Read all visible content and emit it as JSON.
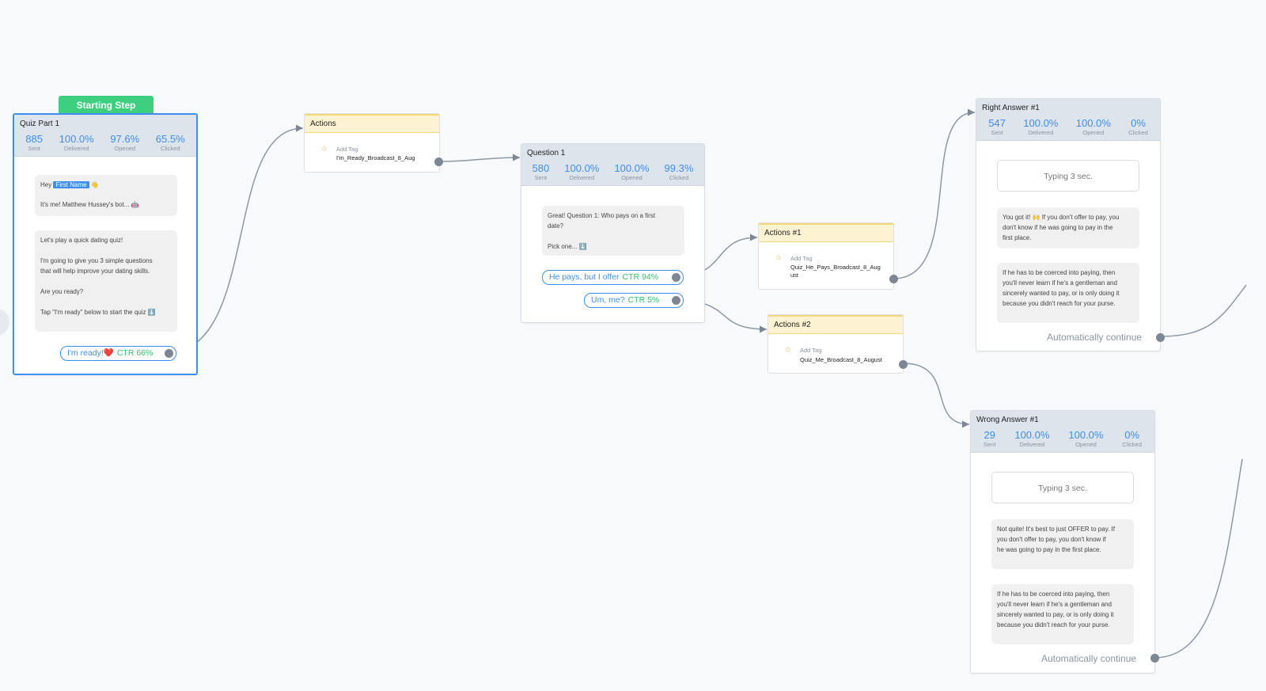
{
  "start_badge": "Starting Step",
  "quiz": {
    "title": "Quiz Part 1",
    "stats": [
      {
        "value": "885",
        "label": "Sent"
      },
      {
        "value": "100.0%",
        "label": "Delivered"
      },
      {
        "value": "97.6%",
        "label": "Opened"
      },
      {
        "value": "65.5%",
        "label": "Clicked"
      }
    ],
    "msg1_hey": "Hey",
    "msg1_tag": "First Name",
    "msg1_emoji": "👋",
    "msg1_line2": "It's me! Matthew Hussey's bot... 🤖",
    "msg2": "Let's play a quick dating quiz!\n\nI'm going to give you 3 simple questions\nthat will help improve your dating skills.\n\nAre you ready?\n\nTap \"I'm ready\" below to start the quiz ⬇️",
    "button": {
      "label": "I'm ready!❤️",
      "ctr": "CTR 66%"
    }
  },
  "actions": {
    "title": "Actions",
    "tag_label": "Add Tag",
    "tag_value": "I'm_Ready_Broadcast_8_Aug"
  },
  "question1": {
    "title": "Question 1",
    "stats": [
      {
        "value": "580",
        "label": "Sent"
      },
      {
        "value": "100.0%",
        "label": "Delivered"
      },
      {
        "value": "100.0%",
        "label": "Opened"
      },
      {
        "value": "99.3%",
        "label": "Clicked"
      }
    ],
    "message": "Great! Question 1: Who pays on a first\ndate?\n\nPick one... ⬇️",
    "button1": {
      "label": "He pays, but I offer",
      "ctr": "CTR 94%"
    },
    "button2": {
      "label": "Um, me?",
      "ctr": "CTR 5%"
    }
  },
  "actions1": {
    "title": "Actions #1",
    "tag_label": "Add Tag",
    "tag_value": "Quiz_He_Pays_Broadcast_8_August"
  },
  "actions2": {
    "title": "Actions #2",
    "tag_label": "Add Tag",
    "tag_value": "Quiz_Me_Broadcast_8_August"
  },
  "right1": {
    "title": "Right Answer #1",
    "stats": [
      {
        "value": "547",
        "label": "Sent"
      },
      {
        "value": "100.0%",
        "label": "Delivered"
      },
      {
        "value": "100.0%",
        "label": "Opened"
      },
      {
        "value": "0%",
        "label": "Clicked"
      }
    ],
    "typing": "Typing 3 sec.",
    "msg1": "You got it! 🙌 If you don't offer to pay, you\ndon't know if he was going to pay in the\nfirst place.",
    "msg2": "If he has to be coerced into paying, then\nyou'll never learn if he's a gentleman and\nsincerely wanted to pay, or is only doing it\nbecause you didn't reach for your purse.",
    "continue": "Automatically continue"
  },
  "wrong1": {
    "title": "Wrong Answer #1",
    "stats": [
      {
        "value": "29",
        "label": "Sent"
      },
      {
        "value": "100.0%",
        "label": "Delivered"
      },
      {
        "value": "100.0%",
        "label": "Opened"
      },
      {
        "value": "0%",
        "label": "Clicked"
      }
    ],
    "typing": "Typing 3 sec.",
    "msg1": "Not quite! It's best to just OFFER to pay. If\nyou don't offer to pay, you don't know if\nhe was going to pay in the first place.",
    "msg2": "If he has to be coerced into paying, then\nyou'll never learn if he's a gentleman and\nsincerely wanted to pay, or is only doing it\nbecause you didn't reach for your purse.",
    "continue": "Automatically continue"
  },
  "colors": {
    "accent": "#3d8ef0",
    "ctr_green": "#2ec36b",
    "start_green": "#3ecf7e",
    "action_yellow": "#fdf3d2",
    "connector": "#7d8793"
  },
  "icons": [
    "tag-icon",
    "connector-dot"
  ]
}
